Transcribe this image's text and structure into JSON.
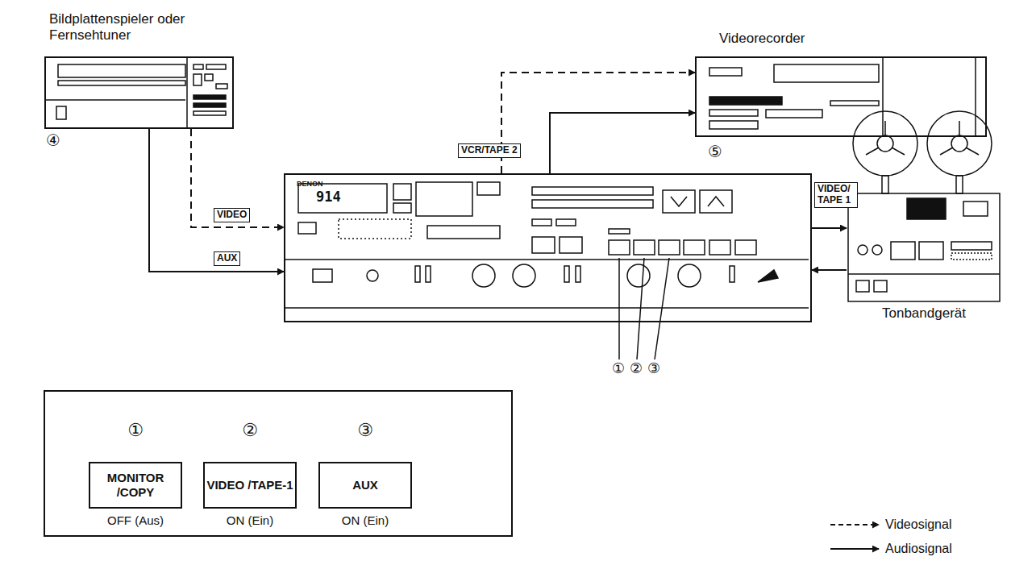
{
  "diagram": {
    "nodes": [
      {
        "text": [
          "Bildplattenspieler oder Fernsehtuner"
        ]
      },
      {
        "text": [
          "DENON"
        ]
      },
      {
        "text": [
          "Videorecorder"
        ]
      },
      {
        "text": [
          "Tonbandgerät"
        ]
      },
      {
        "text": [
          "①",
          "MONITOR /COPY",
          "OFF (Aus)"
        ]
      },
      {
        "text": [
          "②",
          "VIDEO /TAPE-1",
          "ON (Ein)"
        ]
      },
      {
        "text": [
          "③",
          "AUX",
          "ON (Ein)"
        ]
      }
    ],
    "edges": [
      {
        "from": 0,
        "to": 1,
        "arrow": "to",
        "label": "VIDEO"
      },
      {
        "from": 0,
        "to": 1,
        "arrow": "to",
        "label": "AUX"
      },
      {
        "from": 1,
        "to": 2,
        "arrow": "to",
        "label": "VCR/TAPE 2"
      },
      {
        "from": 1,
        "to": 2,
        "arrow": "to"
      },
      {
        "from": 1,
        "to": 3,
        "arrow": "to",
        "label": "VIDEO/ TAPE 1"
      },
      {
        "from": 3,
        "to": 1,
        "arrow": "to"
      }
    ],
    "labels": [
      "④",
      "⑤",
      "①",
      "②",
      "③",
      "914"
    ],
    "legend": [
      {
        "text": "Videosignal"
      },
      {
        "text": "Audiosignal"
      }
    ]
  }
}
